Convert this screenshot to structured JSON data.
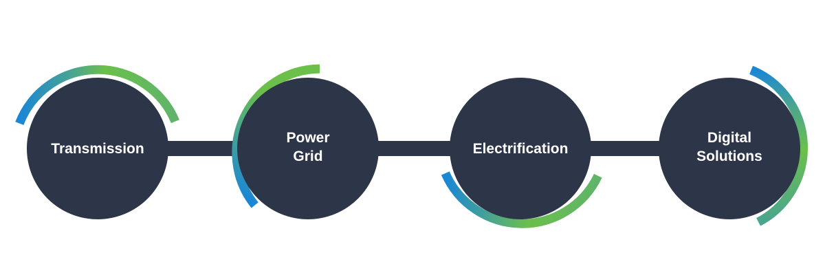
{
  "diagram": {
    "colors": {
      "node_fill": "#2d3549",
      "connector": "#2d3549",
      "arc_blue": "#1a86d6",
      "arc_teal": "#4aa58f",
      "arc_green": "#6cbf4b",
      "label": "#ffffff"
    },
    "nodes": [
      {
        "lines": [
          "Transmission"
        ]
      },
      {
        "lines": [
          "Power",
          "Grid"
        ]
      },
      {
        "lines": [
          "Electrification"
        ]
      },
      {
        "lines": [
          "Digital",
          "Solutions"
        ]
      }
    ]
  }
}
